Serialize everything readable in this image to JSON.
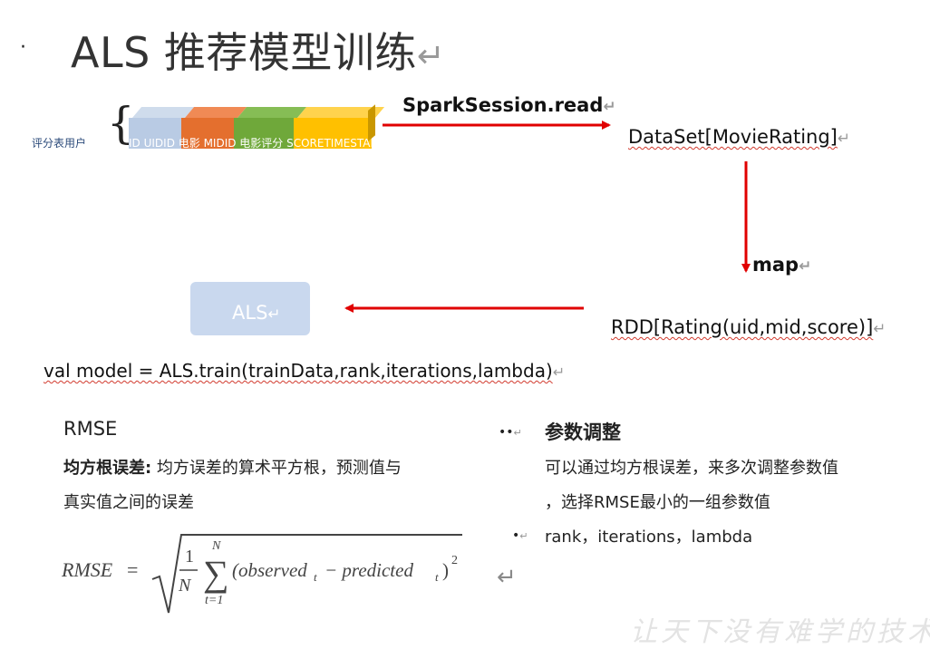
{
  "slide": {
    "bullet": "·",
    "title": "ALS 推荐模型训练",
    "return_mark": "↵"
  },
  "rating_table": {
    "label": "评分表用户",
    "fields_text": "ID UIDID 电影 MIDID 电影评分 SCORETIMESTAMP",
    "block_colors": [
      "#b9cbe4",
      "#e46f2e",
      "#6fa83a",
      "#ffc000"
    ]
  },
  "flow": {
    "read_label": "SparkSession.read",
    "dataset_node": "DataSet[MovieRating]",
    "map_label": "map",
    "rdd_node": "RDD[Rating(uid,mid,score)]",
    "als_node": "ALS",
    "arrow_color": "#e00000"
  },
  "code": {
    "line": "val model = ALS.train(trainData,rank,iterations,lambda)"
  },
  "rmse": {
    "heading": "RMSE",
    "definition_bold": "均方根误差:",
    "definition_line1": " 均方误差的算术平方根，预测值与",
    "definition_line2": "真实值之间的误差",
    "formula_lhs": "RMSE",
    "formula_body": "(observed",
    "formula_minus": "− predicted",
    "sub_t": "t",
    "sum_top": "N",
    "sum_bottom": "t=1",
    "one": "1",
    "n": "N",
    "square": "2"
  },
  "tuning": {
    "bullets": "••",
    "heading": "参数调整",
    "line1": "可以通过均方根误差，来多次调整参数值",
    "line2": "，选择RMSE最小的一组参数值",
    "params_bullet": "•",
    "params": "rank，iterations，lambda"
  },
  "watermark": "让天下没有难学的技术"
}
